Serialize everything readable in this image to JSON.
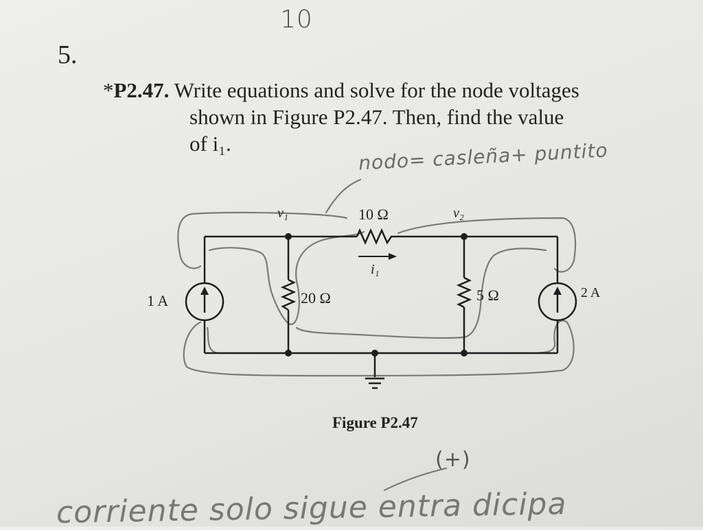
{
  "handwriting": {
    "page_number": "10",
    "nodo_note": "nodo= casleña+ puntito",
    "plus_mark": "(+)",
    "bottom_note": "corriente solo sigue entra dicipa"
  },
  "problem": {
    "number": "5.",
    "star": "*",
    "id": "P2.47.",
    "line1": "Write equations and solve for the node voltages",
    "line2": "shown in Figure P2.47. Then, find the value",
    "line3": "of i₁."
  },
  "circuit": {
    "node_v1": "v₁",
    "node_v2": "v₂",
    "resistor_top": "10 Ω",
    "current_label": "i₁",
    "source_left": "1 A",
    "resistor_left": "20 Ω",
    "resistor_right": "5 Ω",
    "source_right": "2 A"
  },
  "figure_caption": "Figure P2.47"
}
